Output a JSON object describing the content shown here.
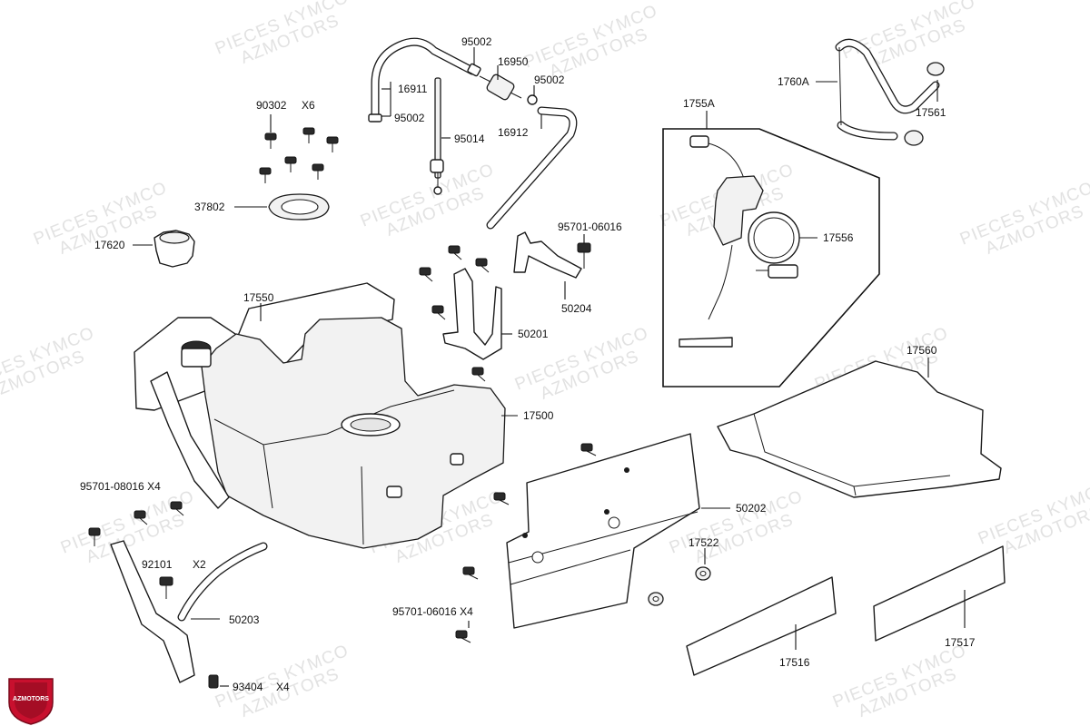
{
  "watermark": {
    "line1": "PIECES KYMCO",
    "line2": "AZMOTORS"
  },
  "logo": {
    "text": "AZMOTORS",
    "color": "#c8102e"
  },
  "labels": {
    "p95002_a": "95002",
    "p16950": "16950",
    "p95002_b": "95002",
    "p16911": "16911",
    "p95002_c": "95002",
    "p95014": "95014",
    "p16912": "16912",
    "p90302": "90302",
    "p90302_qty": "X6",
    "p37802": "37802",
    "p17620": "17620",
    "p95701_06016_a": "95701-06016",
    "p50204": "50204",
    "p50201": "50201",
    "p17550": "17550",
    "p17500": "17500",
    "p1755A": "1755A",
    "p17556": "17556",
    "p1760A": "1760A",
    "p17561": "17561",
    "p17560": "17560",
    "p95701_08016": "95701-08016 X4",
    "p92101": "92101",
    "p92101_qty": "X2",
    "p50203": "50203",
    "p93404": "93404",
    "p93404_qty": "X4",
    "p50202": "50202",
    "p17522": "17522",
    "p95701_06016_b": "95701-06016 X4",
    "p17516": "17516",
    "p17517": "17517"
  }
}
